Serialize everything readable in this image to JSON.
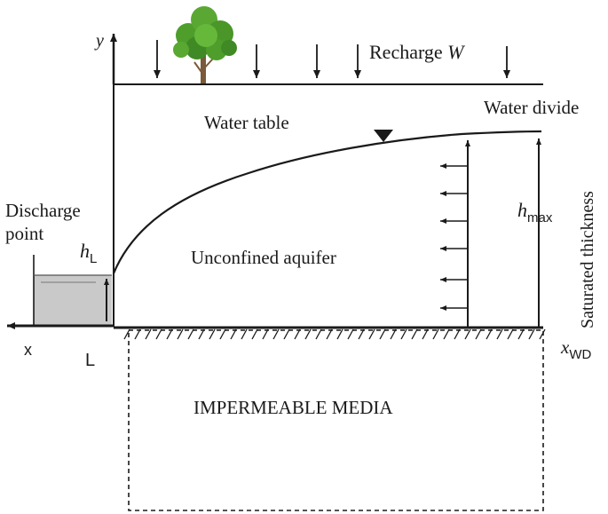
{
  "labels": {
    "y_axis": "y",
    "recharge": "Recharge",
    "recharge_symbol": "W",
    "water_table": "Water table",
    "water_divide": "Water divide",
    "discharge_line1": "Discharge",
    "discharge_line2": "point",
    "h_L_main": "h",
    "h_L_sub": "L",
    "h_max_main": "h",
    "h_max_sub": "max",
    "saturated_thickness": "Saturated thickness",
    "unconfined_aquifer": "Unconfined aquifer",
    "x_axis": "x",
    "L_label": "L",
    "x_wd_main": "x",
    "x_wd_sub": "WD",
    "impermeable_media": "IMPERMEABLE MEDIA"
  },
  "colors": {
    "ink": "#1a1a1a",
    "water": "#c9c9c9",
    "tree_foliage": "#4f9e2c",
    "tree_trunk": "#7a5a3a"
  },
  "icons": {
    "tree": "tree-icon",
    "water_table_marker": "inverted-triangle-icon"
  }
}
